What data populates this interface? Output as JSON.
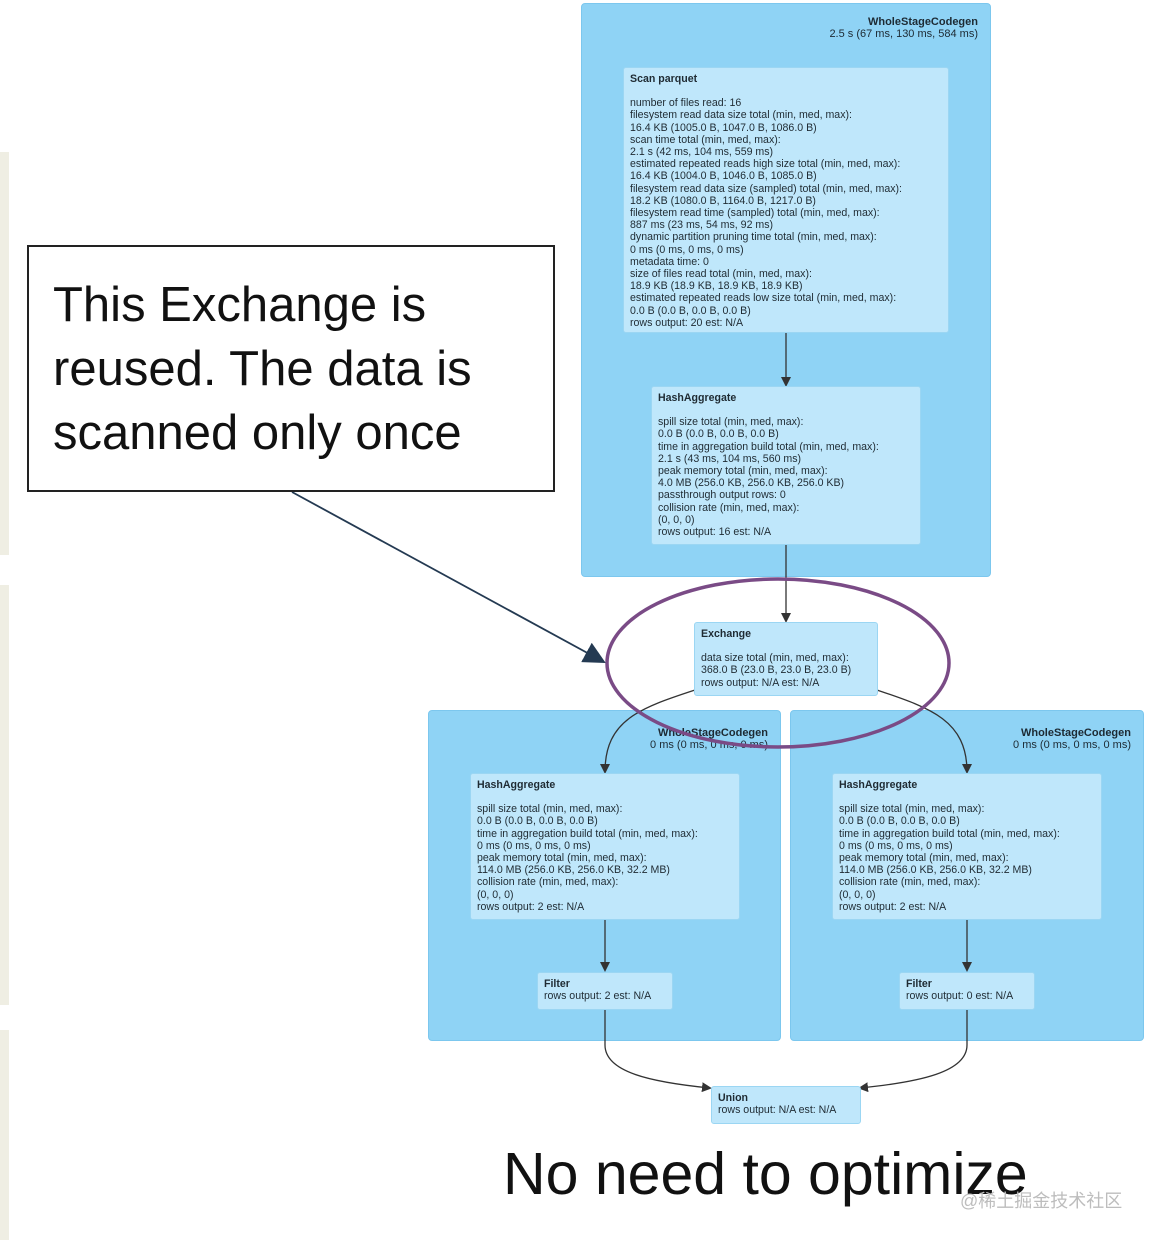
{
  "stages": {
    "top": {
      "title": "WholeStageCodegen",
      "timing": "2.5 s (67 ms, 130 ms, 584 ms)"
    },
    "left": {
      "title": "WholeStageCodegen",
      "timing": "0 ms (0 ms, 0 ms, 0 ms)"
    },
    "right": {
      "title": "WholeStageCodegen",
      "timing": "0 ms (0 ms, 0 ms, 0 ms)"
    }
  },
  "nodes": {
    "scan": {
      "title": "Scan parquet",
      "lines": [
        "number of files read: 16",
        "filesystem read data size total (min, med, max):",
        "16.4 KB (1005.0 B, 1047.0 B, 1086.0 B)",
        "scan time total (min, med, max):",
        "2.1 s (42 ms, 104 ms, 559 ms)",
        "estimated repeated reads high size total (min, med, max):",
        "16.4 KB (1004.0 B, 1046.0 B, 1085.0 B)",
        "filesystem read data size (sampled) total (min, med, max):",
        "18.2 KB (1080.0 B, 1164.0 B, 1217.0 B)",
        "filesystem read time (sampled) total (min, med, max):",
        "887 ms (23 ms, 54 ms, 92 ms)",
        "dynamic partition pruning time total (min, med, max):",
        "0 ms (0 ms, 0 ms, 0 ms)",
        "metadata time: 0",
        "size of files read total (min, med, max):",
        "18.9 KB (18.9 KB, 18.9 KB, 18.9 KB)",
        "estimated repeated reads low size total (min, med, max):",
        "0.0 B (0.0 B, 0.0 B, 0.0 B)",
        "rows output: 20 est: N/A"
      ]
    },
    "hashagg_top": {
      "title": "HashAggregate",
      "lines": [
        "spill size total (min, med, max):",
        "0.0 B (0.0 B, 0.0 B, 0.0 B)",
        "time in aggregation build total (min, med, max):",
        "2.1 s (43 ms, 104 ms, 560 ms)",
        "peak memory total (min, med, max):",
        "4.0 MB (256.0 KB, 256.0 KB, 256.0 KB)",
        "passthrough output rows: 0",
        "collision rate (min, med, max):",
        "(0, 0, 0)",
        "rows output: 16 est: N/A"
      ]
    },
    "exchange": {
      "title": "Exchange",
      "lines": [
        "data size total (min, med, max):",
        "368.0 B (23.0 B, 23.0 B, 23.0 B)",
        "rows output: N/A est: N/A"
      ]
    },
    "hashagg_left": {
      "title": "HashAggregate",
      "lines": [
        "spill size total (min, med, max):",
        "0.0 B (0.0 B, 0.0 B, 0.0 B)",
        "time in aggregation build total (min, med, max):",
        "0 ms (0 ms, 0 ms, 0 ms)",
        "peak memory total (min, med, max):",
        "114.0 MB (256.0 KB, 256.0 KB, 32.2 MB)",
        "collision rate (min, med, max):",
        "(0, 0, 0)",
        "rows output: 2 est: N/A"
      ]
    },
    "hashagg_right": {
      "title": "HashAggregate",
      "lines": [
        "spill size total (min, med, max):",
        "0.0 B (0.0 B, 0.0 B, 0.0 B)",
        "time in aggregation build total (min, med, max):",
        "0 ms (0 ms, 0 ms, 0 ms)",
        "peak memory total (min, med, max):",
        "114.0 MB (256.0 KB, 256.0 KB, 32.2 MB)",
        "collision rate (min, med, max):",
        "(0, 0, 0)",
        "rows output: 2 est: N/A"
      ]
    },
    "filter_left": {
      "title": "Filter",
      "lines": [
        "rows output: 2 est: N/A"
      ]
    },
    "filter_right": {
      "title": "Filter",
      "lines": [
        "rows output: 0 est: N/A"
      ]
    },
    "union": {
      "title": "Union",
      "lines": [
        "rows output: N/A est: N/A"
      ]
    }
  },
  "callout": {
    "lines": [
      "This Exchange is",
      "reused. The data is",
      "scanned only once"
    ]
  },
  "bottom_note": "No need to optimize",
  "watermark": "@稀土掘金技术社区",
  "colors": {
    "stage": "#8fd3f5",
    "node": "#bfe7fb",
    "highlight_ellipse": "#7a4b86",
    "callout_arrow": "#243a52"
  }
}
